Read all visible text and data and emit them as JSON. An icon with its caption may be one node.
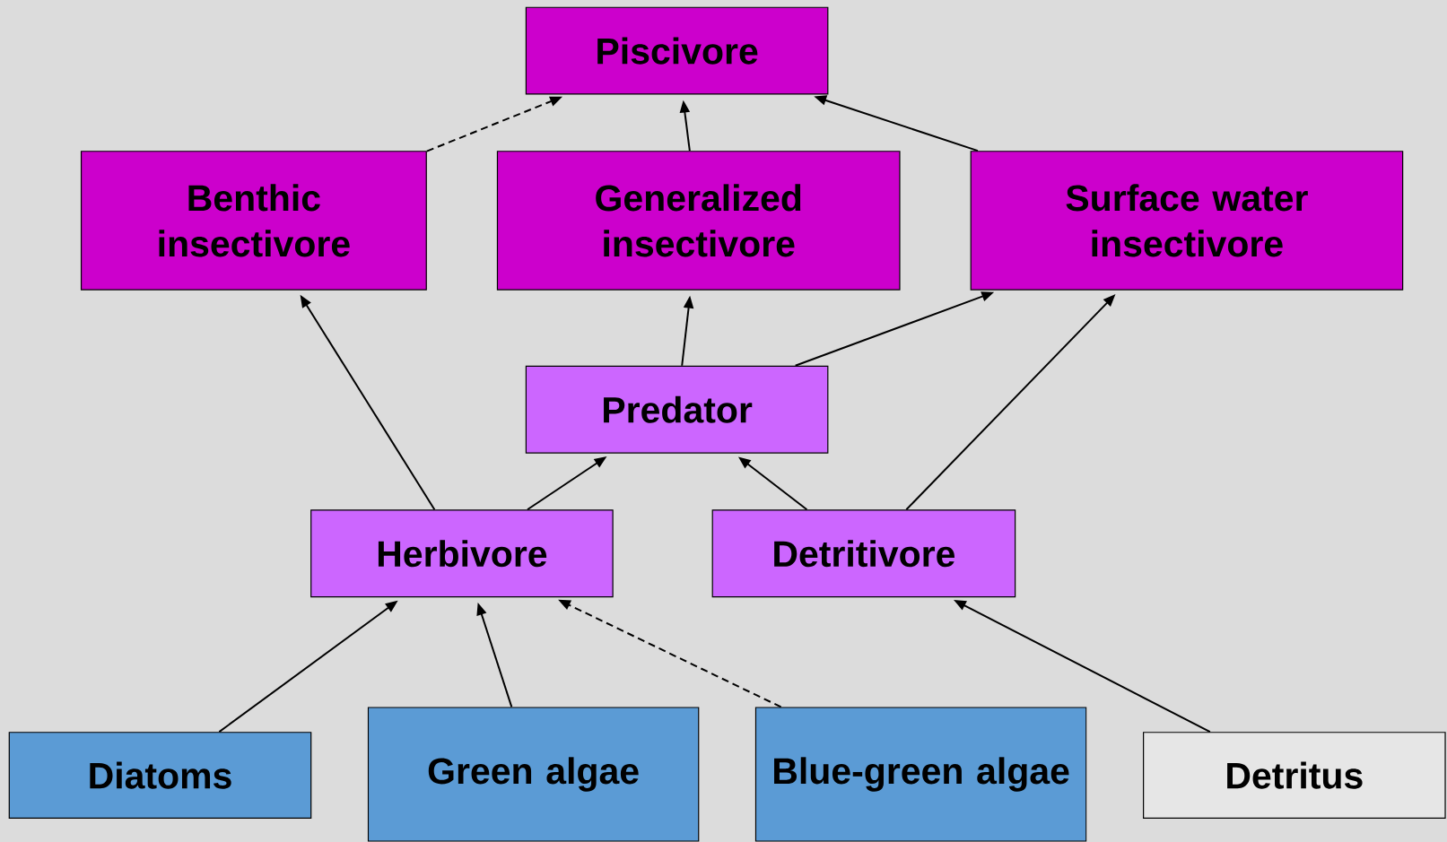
{
  "diagram": {
    "nodes": [
      {
        "text": [
          "Piscivore"
        ]
      },
      {
        "text": [
          "Benthic insectivore"
        ]
      },
      {
        "text": [
          "Generalized insectivore"
        ]
      },
      {
        "text": [
          "Surface water insectivore"
        ]
      },
      {
        "text": [
          "Predator"
        ]
      },
      {
        "text": [
          "Herbivore"
        ]
      },
      {
        "text": [
          "Detritivore"
        ]
      },
      {
        "text": [
          "Diatoms"
        ]
      },
      {
        "text": [
          "Green algae"
        ]
      },
      {
        "text": [
          "Blue-green algae"
        ]
      },
      {
        "text": [
          "Detritus"
        ]
      }
    ],
    "edges": [
      {
        "from": 1,
        "to": 0,
        "arrow": "to",
        "style": "dashed"
      },
      {
        "from": 2,
        "to": 0,
        "arrow": "to"
      },
      {
        "from": 3,
        "to": 0,
        "arrow": "to"
      },
      {
        "from": 4,
        "to": 2,
        "arrow": "to"
      },
      {
        "from": 4,
        "to": 3,
        "arrow": "to"
      },
      {
        "from": 5,
        "to": 1,
        "arrow": "to"
      },
      {
        "from": 5,
        "to": 4,
        "arrow": "to"
      },
      {
        "from": 6,
        "to": 4,
        "arrow": "to"
      },
      {
        "from": 6,
        "to": 3,
        "arrow": "to"
      },
      {
        "from": 7,
        "to": 5,
        "arrow": "to"
      },
      {
        "from": 8,
        "to": 5,
        "arrow": "to"
      },
      {
        "from": 9,
        "to": 5,
        "arrow": "to",
        "style": "dashed"
      },
      {
        "from": 10,
        "to": 6,
        "arrow": "to"
      }
    ]
  }
}
